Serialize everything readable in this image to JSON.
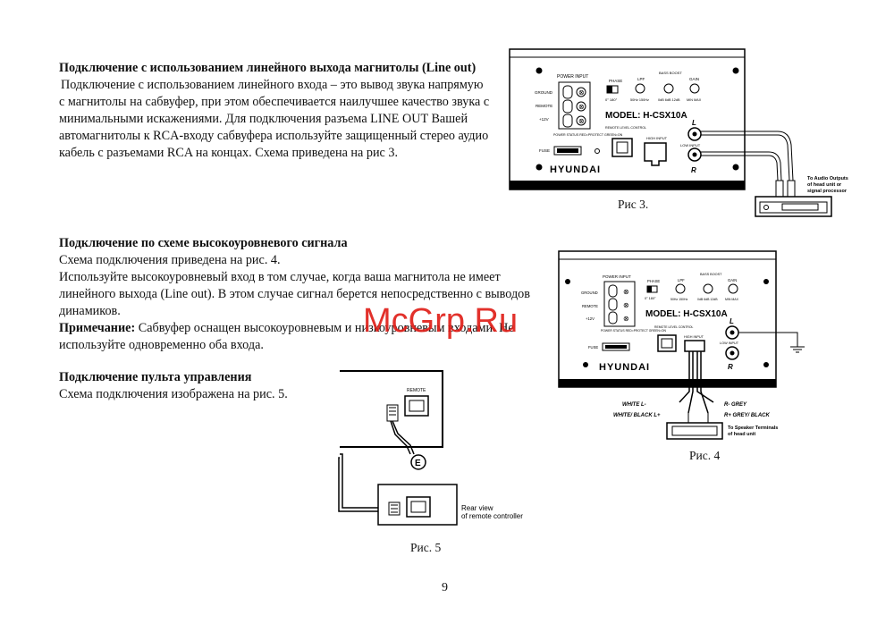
{
  "section1": {
    "title": "Подключение с использованием линейного выхода магнитолы (Line out)",
    "lines": [
      "Подключение с использованием линейного входа – это вывод звука напрямую",
      "с магнитолы на сабвуфер, при этом обеспечивается наилучшее качество звука с",
      "минимальными искажениями. Для подключения разъема LINE OUT Вашей",
      "автомагнитолы к RCA-входу сабвуфера используйте защищенный стерео аудио",
      "кабель с разъемами RCA на концах. Схема приведена на рис 3."
    ]
  },
  "section2": {
    "title": "Подключение по схеме высокоуровневого сигнала",
    "lines": [
      "Схема подключения приведена на рис. 4.",
      "Используйте высокоуровневый вход в том случае, когда ваша магнитола не имеет",
      "линейного выхода (Line out). В этом случае сигнал берется непосредственно с выводов",
      "динамиков."
    ],
    "note_label": "Примечание:",
    "note_text": " Сабвуфер оснащен высокоуровневым и низкоуровневым входами. Не",
    "note_text2": "используйте одновременно оба входа."
  },
  "section3": {
    "title": "Подключение пульта управления",
    "line": "Схема подключения изображена на рис. 5."
  },
  "fig3": {
    "caption": "Рис 3.",
    "power_input": "POWER INPUT",
    "ground": "GROUND",
    "remote": "REMOTE",
    "plus12": "+12V",
    "phase": "PHASE",
    "phase_vals": "0°  180°",
    "lpf": "LPF",
    "lpf_vals": "50Hz  150Hz",
    "bass_boost": "BASS BOOST",
    "bass_vals": "0dB  6dB  12dB",
    "gain": "GAIN",
    "gain_vals": "MIN  MAX",
    "model": "MODEL: H-CSX10A",
    "fuse": "FUSE",
    "power_status": "POWER STATUS RED=PROTECT GREEN=ON",
    "remote_level": "REMOTE LEVEL CONTROL",
    "high_input": "HIGH INPUT",
    "low_input": "LOW INPUT",
    "L": "L",
    "R": "R",
    "brand": "HYUNDAI",
    "audio_out_1": "To Audio Outputs",
    "audio_out_2": "of head unit or",
    "audio_out_3": "signal processor"
  },
  "fig4": {
    "caption": "Рис. 4",
    "white_l_minus": "WHITE L-",
    "white_black_l_plus": "WHITE/ BLACK L+",
    "r_minus_grey": "R- GREY",
    "r_plus_grey_black": "R+  GREY/ BLACK",
    "speaker_1": "To Speaker Terminals",
    "speaker_2": "of head unit"
  },
  "fig5": {
    "caption": "Рис. 5",
    "remote": "REMOTE",
    "e": "E",
    "rear_1": "Rear view",
    "rear_2": "of remote controller"
  },
  "watermark": "McGrp.Ru",
  "page_number": "9"
}
